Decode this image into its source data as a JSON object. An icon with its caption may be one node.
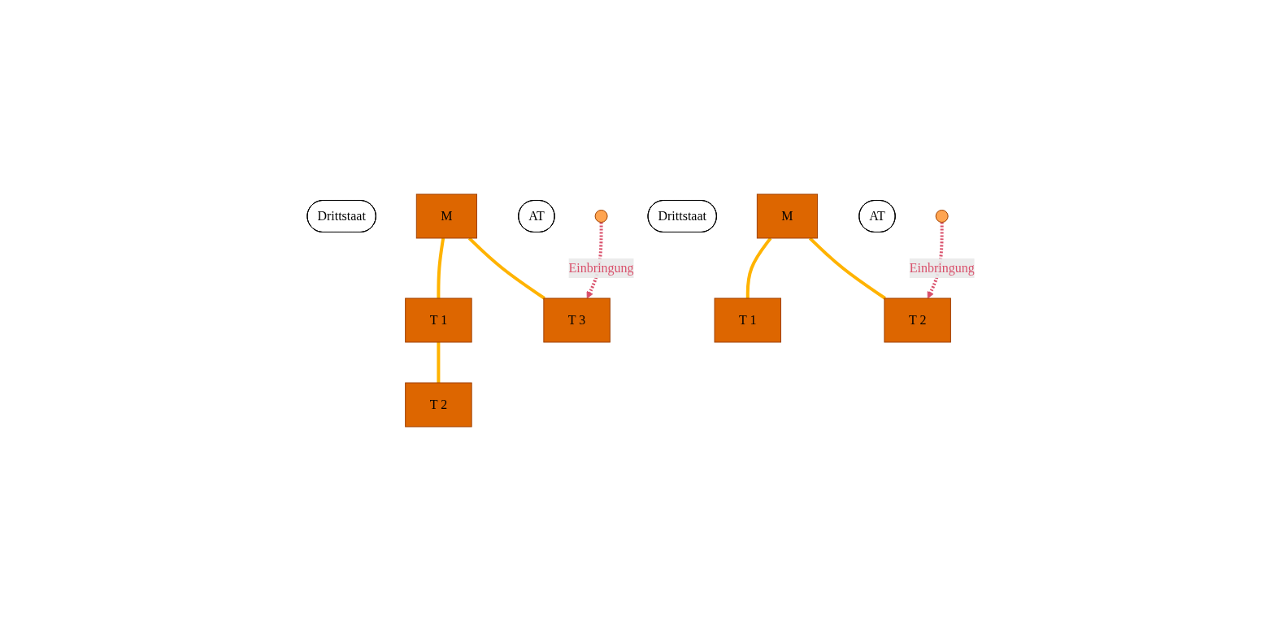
{
  "diagram": {
    "nodes": [
      {
        "text": [
          "Drittstaat"
        ]
      },
      {
        "text": [
          "M"
        ]
      },
      {
        "text": [
          "AT"
        ]
      },
      {
        "text": [
          "T 1"
        ]
      },
      {
        "text": [
          "T 2"
        ]
      },
      {
        "text": [],
        "shape": "circle"
      },
      {
        "text": [
          "T 3"
        ]
      },
      {
        "text": [
          "Drittstaat"
        ]
      },
      {
        "text": [
          "M"
        ]
      },
      {
        "text": [
          "AT"
        ]
      },
      {
        "text": [
          "T 1"
        ]
      },
      {
        "text": [],
        "shape": "circle"
      },
      {
        "text": [
          "T 2"
        ]
      }
    ],
    "edges": [
      {
        "from": 1,
        "to": 3,
        "arrow": "none"
      },
      {
        "from": 3,
        "to": 4,
        "arrow": "none"
      },
      {
        "from": 1,
        "to": 6,
        "arrow": "none"
      },
      {
        "from": 5,
        "to": 6,
        "arrow": "to",
        "label": "Einbringung",
        "style": "dashed",
        "color": "#d9506b"
      },
      {
        "from": 8,
        "to": 10,
        "arrow": "none"
      },
      {
        "from": 8,
        "to": 12,
        "arrow": "none"
      },
      {
        "from": 11,
        "to": 12,
        "arrow": "to",
        "label": "Einbringung",
        "style": "dashed",
        "color": "#d9506b"
      }
    ]
  }
}
